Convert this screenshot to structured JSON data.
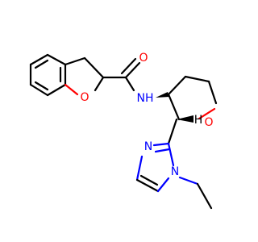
{
  "colors": {
    "background": "#ffffff",
    "bond": "#000000",
    "oxygen": "#ff0000",
    "nitrogen": "#0000ff"
  },
  "atoms": {
    "carbonyl_O": {
      "label": "O",
      "color": "#ff0000"
    },
    "benzofuran_O": {
      "label": "O",
      "color": "#ff0000"
    },
    "amide_NH": {
      "label": "NH",
      "color": "#0000ff"
    },
    "pyran_O": {
      "label": "O",
      "color": "#ff0000"
    },
    "imidazole_N3": {
      "label": "N",
      "color": "#0000ff"
    },
    "imidazole_N1": {
      "label": "N",
      "color": "#0000ff"
    },
    "stereo_H": {
      "label": "H",
      "color": "#000000"
    }
  }
}
